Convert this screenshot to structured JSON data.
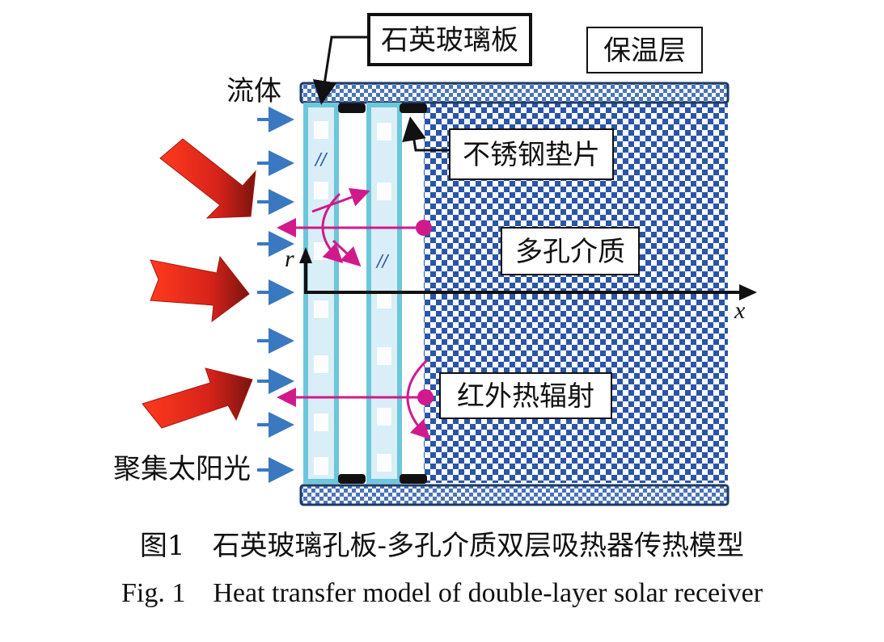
{
  "labels": {
    "quartz_plate": "石英玻璃板",
    "insulation": "保温层",
    "fluid": "流体",
    "stainless_gasket": "不锈钢垫片",
    "porous_medium": "多孔介质",
    "infrared_radiation": "红外热辐射",
    "concentrated_sunlight": "聚集太阳光",
    "axis_r": "r",
    "axis_x": "x",
    "slash_mark": "//"
  },
  "caption": {
    "cn_num": "图1",
    "cn_text": "石英玻璃孔板-多孔介质双层吸热器传热模型",
    "en_num": "Fig. 1",
    "en_text": "Heat transfer model of double-layer solar receiver"
  },
  "colors": {
    "sun_arrow": "#e0241a",
    "sun_arrow_dark": "#8a1a12",
    "fluid_arrow": "#3a78c0",
    "glass_fill": "#d9eef6",
    "glass_border": "#6cc6dc",
    "porous_blue": "#2a55a8",
    "radiation": "#d01a8c",
    "gasket": "#111111",
    "insulation_border": "#1c3a66"
  }
}
